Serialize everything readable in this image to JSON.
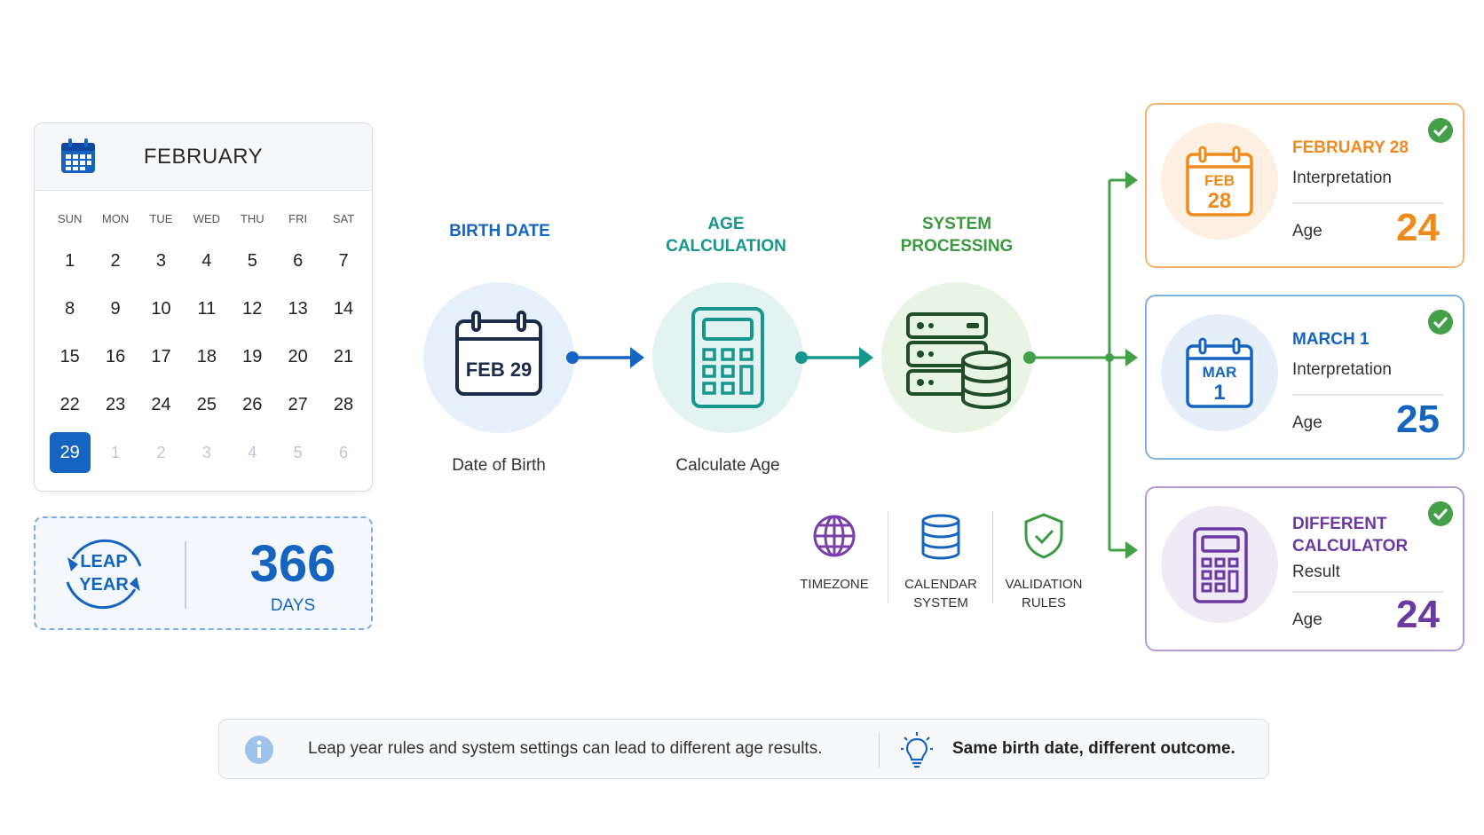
{
  "calendar": {
    "month": "FEBRUARY",
    "weekdays": [
      "SUN",
      "MON",
      "TUE",
      "WED",
      "THU",
      "FRI",
      "SAT"
    ],
    "days": [
      "1",
      "2",
      "3",
      "4",
      "5",
      "6",
      "7",
      "8",
      "9",
      "10",
      "11",
      "12",
      "13",
      "14",
      "15",
      "16",
      "17",
      "18",
      "19",
      "20",
      "21",
      "22",
      "23",
      "24",
      "25",
      "26",
      "27",
      "28",
      "29",
      "1",
      "2",
      "3",
      "4",
      "5",
      "6"
    ],
    "selected_day": "29",
    "accent": "#1565c0"
  },
  "leap": {
    "line1": "LEAP",
    "line2": "YEAR",
    "count": "366",
    "unit": "DAYS"
  },
  "flow": {
    "birth": {
      "label": "BIRTH DATE",
      "icon_text": "FEB 29",
      "caption": "Date of Birth",
      "color": "#1565c0"
    },
    "calc": {
      "label_line1": "AGE",
      "label_line2": "CALCULATION",
      "caption": "Calculate Age",
      "color": "#17968e"
    },
    "system": {
      "label_line1": "SYSTEM",
      "label_line2": "PROCESSING",
      "color": "#3a9a3e"
    }
  },
  "factors": {
    "timezone": {
      "line1": "TIMEZONE",
      "icon": "globe-icon"
    },
    "calendar_system": {
      "line1": "CALENDAR",
      "line2": "SYSTEM",
      "icon": "database-icon"
    },
    "validation": {
      "line1": "VALIDATION",
      "line2": "RULES",
      "icon": "shield-check-icon"
    }
  },
  "results": [
    {
      "title_line1": "FEBRUARY 28",
      "title_line2": "",
      "subtitle": "Interpretation",
      "icon_month": "FEB",
      "icon_day": "28",
      "age_label": "Age",
      "age": "24",
      "color": "#ef8a1c"
    },
    {
      "title_line1": "MARCH 1",
      "title_line2": "",
      "subtitle": "Interpretation",
      "icon_month": "MAR",
      "icon_day": "1",
      "age_label": "Age",
      "age": "25",
      "color": "#1565c0"
    },
    {
      "title_line1": "DIFFERENT",
      "title_line2": "CALCULATOR",
      "subtitle": "Result",
      "age_label": "Age",
      "age": "24",
      "color": "#6a3aa2"
    }
  ],
  "info": {
    "message": "Leap year rules and system settings can lead to different age results.",
    "highlight": "Same birth date, different outcome."
  }
}
